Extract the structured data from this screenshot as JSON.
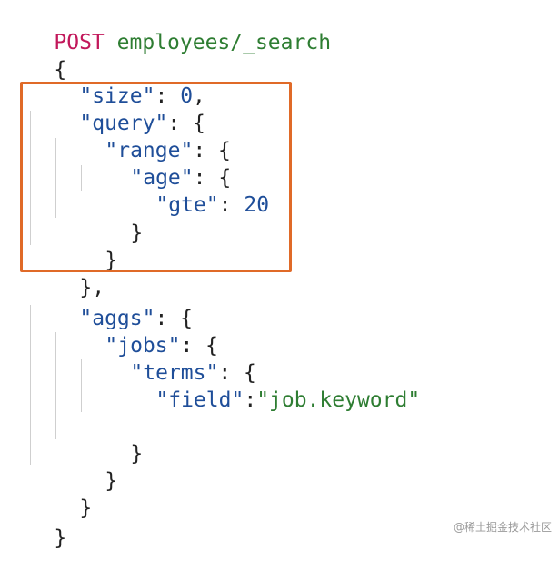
{
  "request": {
    "method": "POST",
    "endpoint": "employees/_search"
  },
  "code": {
    "open_brace": "{",
    "size_key": "\"size\"",
    "size_sep": ": ",
    "size_value": "0",
    "size_comma": ",",
    "query_key": "\"query\"",
    "query_sep": ": {",
    "range_key": "\"range\"",
    "range_sep": ": {",
    "age_key": "\"age\"",
    "age_sep": ": {",
    "gte_key": "\"gte\"",
    "gte_sep": ": ",
    "gte_value": "20",
    "close_age": "}",
    "close_range": "}",
    "close_query": "},",
    "aggs_key": "\"aggs\"",
    "aggs_sep": ": {",
    "jobs_key": "\"jobs\"",
    "jobs_sep": ": {",
    "terms_key": "\"terms\"",
    "terms_sep": ": {",
    "field_key": "\"field\"",
    "field_sep": ":",
    "field_value": "\"job.keyword\"",
    "close_terms": "}",
    "close_jobs": "}",
    "close_aggs": "}",
    "close_root": "}"
  },
  "watermark": "@稀土掘金技术社区",
  "colors": {
    "method": "#c2185b",
    "string": "#2e7d32",
    "key": "#1f4e99",
    "highlight": "#e06a28"
  }
}
